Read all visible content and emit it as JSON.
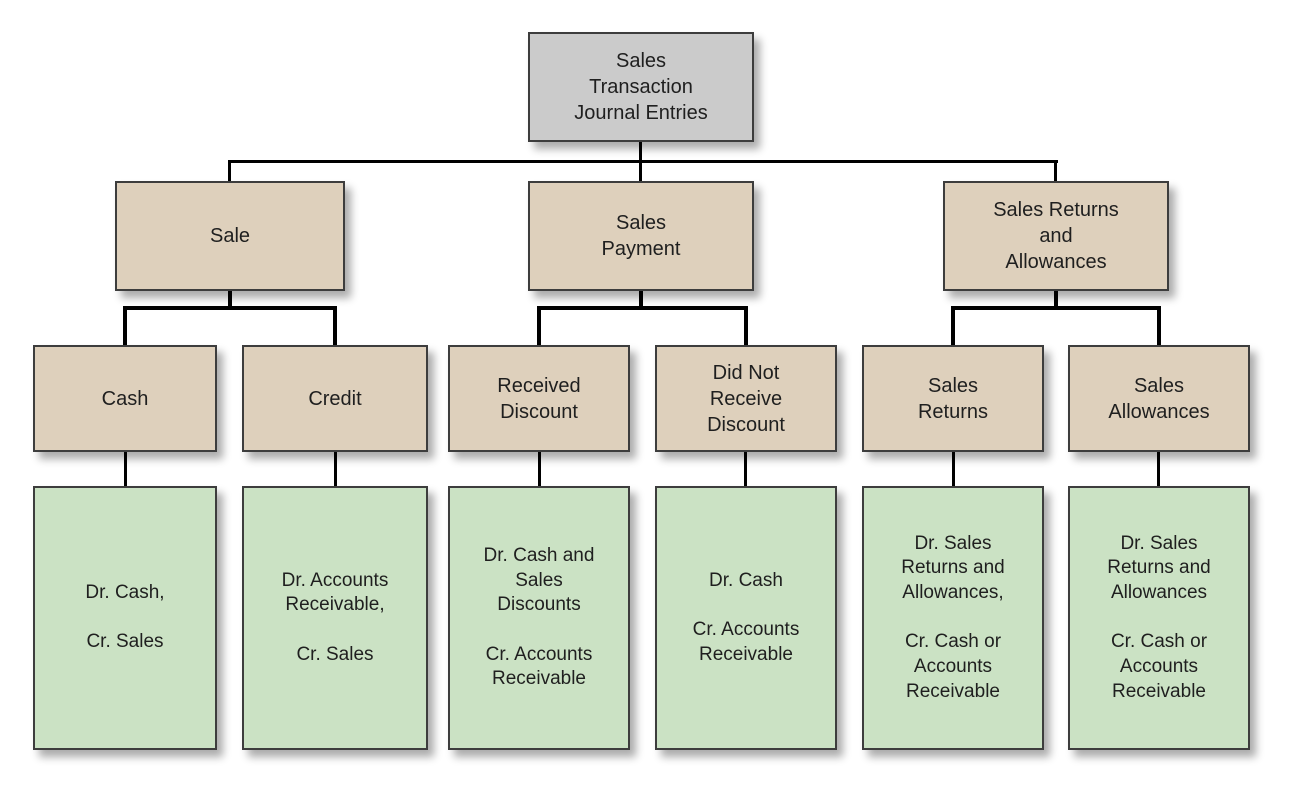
{
  "diagram": {
    "title": "Sales Transaction Journal Entries",
    "root": {
      "label": "Sales\nTransaction\nJournal Entries"
    },
    "branches": [
      {
        "label": "Sale",
        "children": [
          {
            "label": "Cash",
            "entry": "Dr. Cash,\n\nCr. Sales"
          },
          {
            "label": "Credit",
            "entry": "Dr. Accounts\nReceivable,\n\nCr. Sales"
          }
        ]
      },
      {
        "label": "Sales\nPayment",
        "children": [
          {
            "label": "Received\nDiscount",
            "entry": "Dr. Cash and\nSales\nDiscounts\n\nCr. Accounts\nReceivable"
          },
          {
            "label": "Did Not\nReceive\nDiscount",
            "entry": "Dr. Cash\n\nCr. Accounts\nReceivable"
          }
        ]
      },
      {
        "label": "Sales Returns\nand\nAllowances",
        "children": [
          {
            "label": "Sales\nReturns",
            "entry": "Dr. Sales\nReturns and\nAllowances,\n\nCr. Cash or\nAccounts\nReceivable"
          },
          {
            "label": "Sales\nAllowances",
            "entry": "Dr. Sales\nReturns and\nAllowances\n\nCr. Cash or\nAccounts\nReceivable"
          }
        ]
      }
    ],
    "colors": {
      "root_fill": "#cbcbcb",
      "branch_fill": "#ded0bc",
      "entry_fill": "#cbe2c4",
      "border": "#3d3d3d",
      "line": "#000000"
    }
  }
}
